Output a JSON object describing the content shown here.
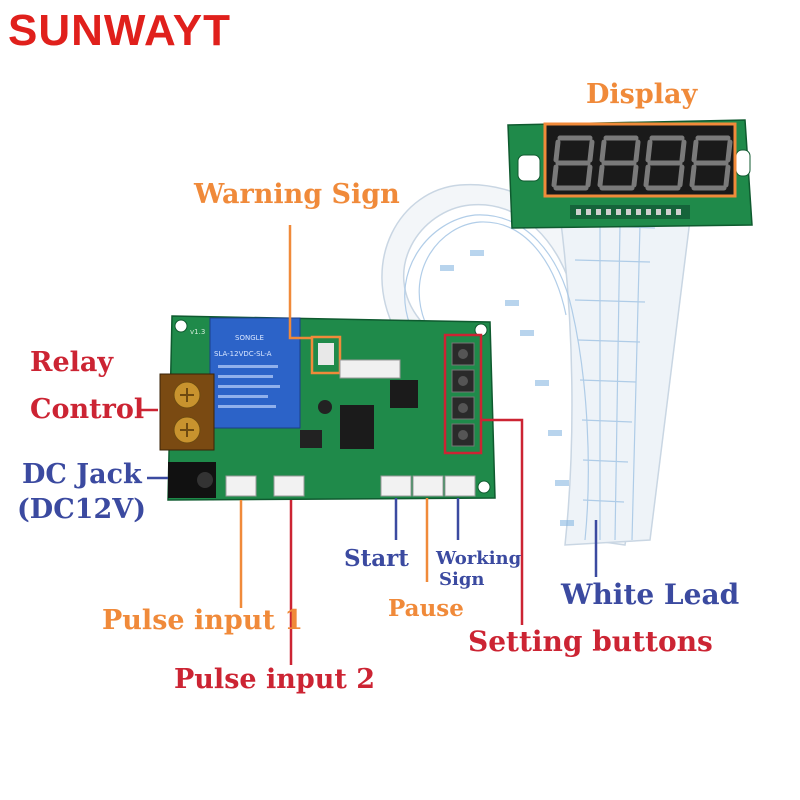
{
  "brand": "SUNWAYT",
  "labels": {
    "display": "Display",
    "warning_sign": "Warning Sign",
    "relay_line1": "Relay",
    "relay_line2": "Control",
    "dc_jack_line1": "DC Jack",
    "dc_jack_line2": "(DC12V)",
    "start": "Start",
    "working_sign_line1": "Working",
    "working_sign_line2": "Sign",
    "pause": "Pause",
    "white_lead": "White Lead",
    "pulse_input_1": "Pulse input 1",
    "pulse_input_2": "Pulse input 2",
    "setting_buttons": "Setting buttons"
  },
  "board_text": {
    "relay_model": "SLA-12VDC-SL-A",
    "relay_brand": "SONGLE",
    "version": "v1.3"
  },
  "colors": {
    "brand": "#e0201c",
    "orange_label": "#f08a3a",
    "red_label": "#cc2433",
    "blue_label": "#3b4aa0",
    "pcb_green": "#1f8a4a",
    "relay_blue": "#2c63c8"
  }
}
